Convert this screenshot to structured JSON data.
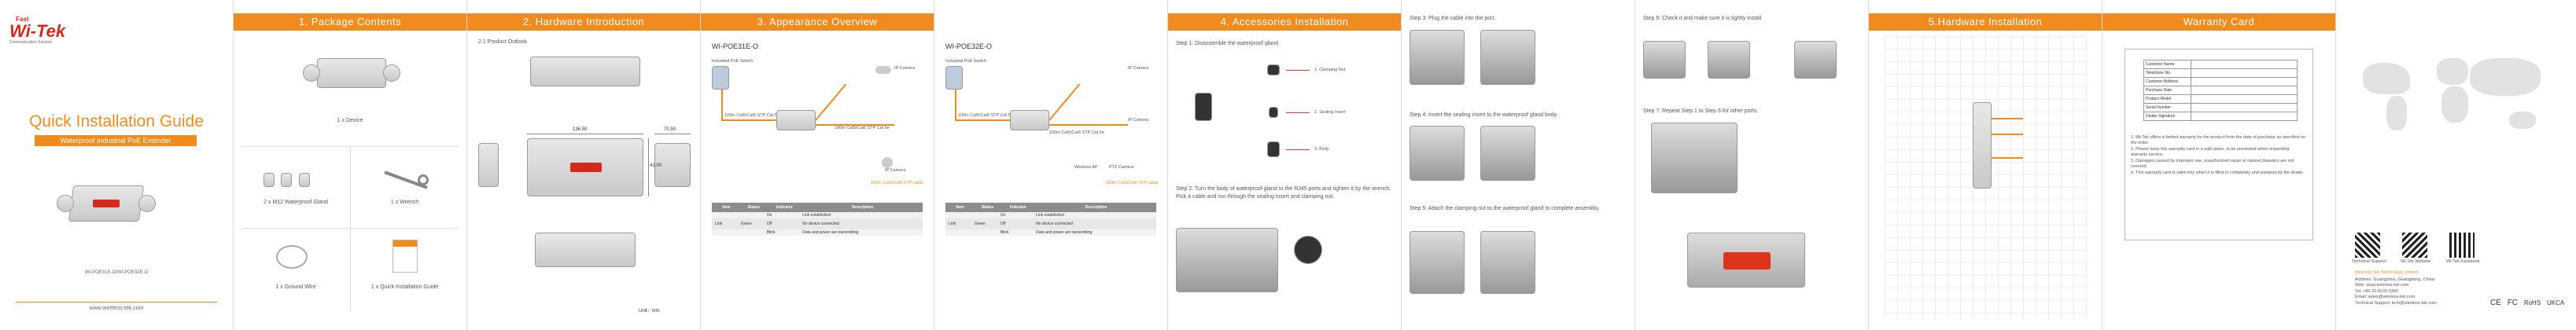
{
  "cover": {
    "brand_top": "Fast",
    "brand": "Wi-Tek",
    "tagline": "Communication Solution",
    "title": "Quick Installation Guide",
    "subtitle": "Waterproof Industrial PoE Extender",
    "models": "WI-POE31E-O/WI-POE32E-O",
    "website": "www.wireless-tek.com"
  },
  "p1": {
    "title": "1. Package Contents",
    "items": [
      "1 x Device",
      "2 x M12 Waterproof Gland",
      "1 x Wrench",
      "1 x Ground Wire",
      "1 x Quick Installation Guide"
    ]
  },
  "p2": {
    "title": "2. Hardware Introduction",
    "section": "2.1 Product Outlook",
    "dims": [
      "136.50",
      "41.00",
      "70.50"
    ],
    "unit": "Unit：mm"
  },
  "p3": {
    "title": "3. Appearance Overview",
    "model": "WI-POE31E-O",
    "topology": "Industrial PoE Switch",
    "cam1": "IP Camera",
    "cam2": "IP Camera",
    "dist1": "100m Cat5/Cat6 STP Cat 5e",
    "dist2": "100m Cat5/Cat6 STP Cat 5e",
    "legend": "100m Cat5/Cat6 STP cable",
    "table_head": [
      "Item",
      "Status",
      "Indicator",
      "Description"
    ],
    "table_rows": [
      [
        "",
        "",
        "On",
        "Link established"
      ],
      [
        "Link",
        "Green",
        "Off",
        "No device connected"
      ],
      [
        "",
        "",
        "Blink",
        "Data and power are transmitting"
      ]
    ]
  },
  "p4": {
    "model": "WI-POE32E-O",
    "topology": "Industrial PoE Switch",
    "cam1": "IP Camera",
    "cam2": "IP Camera",
    "cam3": "PTZ Camera",
    "ap": "Wireless AP",
    "dist1": "100m Cat5/Cat6 STP Cat 5e",
    "dist2": "100m Cat5/Cat6 STP Cat 5e",
    "legend": "100m Cat5/Cat6 STP cable",
    "table_head": [
      "Item",
      "Status",
      "Indicator",
      "Description"
    ],
    "table_rows": [
      [
        "",
        "",
        "On",
        "Link established"
      ],
      [
        "Link",
        "Green",
        "Off",
        "No device connected"
      ],
      [
        "",
        "",
        "Blink",
        "Data and power are transmitting"
      ]
    ]
  },
  "p5": {
    "title": "4. Accessories Installation",
    "step1": "Step 1: Disassemble the waterproof gland",
    "parts": [
      "1. Clamping Nut",
      "2. Sealing Insert",
      "3. Body"
    ],
    "step2": "Step 2: Turn the body of waterproof gland to the RJ45 ports and tighten it by the wrench. Pick a cable and run through the sealing insert and clamping nut."
  },
  "p6": {
    "step3": "Step 3: Plug the cable into the port.",
    "step4": "Step 4: Insert the sealing insert to the waterproof gland body.",
    "step5": "Step 5: Attach the clamping nut to the waterproof gland to complete assembly."
  },
  "p7": {
    "step6": "Step 6: Check it and make sure it is tightly install.",
    "step7": "Step 7: Repeat Step 1 to Step 6 for other ports."
  },
  "p8": {
    "title": "5.Hardware Installation"
  },
  "p9": {
    "title": "Warranty Card",
    "fields": [
      "Customer Name",
      "Telephone No.",
      "Customer Address",
      "Purchase Date",
      "Product Model",
      "Serial Number",
      "Dealer Signature"
    ],
    "notes": [
      "1. Wi-Tek offers a limited warranty for the product from the date of purchase as specified on the order.",
      "2. Please keep this warranty card in a safe place, to be presented when requesting warranty service.",
      "3. Damages caused by improper use, unauthorized repair or natural disasters are not covered.",
      "4. This warranty card is valid only when it is filled in completely and stamped by the dealer."
    ]
  },
  "p10": {
    "qr_labels": [
      "Technical Support",
      "Wi-Tek Website",
      "Wi-Tek Facebook"
    ],
    "company": "Wireless-Tek Technology Limited",
    "contact": [
      "Address: Guangzhou, Guangdong, China",
      "Web: www.wireless-tek.com",
      "Tel: +86-20-8225 5360",
      "Email: sales@wireless-tek.com",
      "Technical Support: tech@wireless-tek.com"
    ],
    "certs": [
      "CE",
      "FC",
      "RoHS",
      "UKCA"
    ]
  },
  "colors": {
    "accent": "#f08c1e",
    "brand_red": "#d42a1c"
  }
}
